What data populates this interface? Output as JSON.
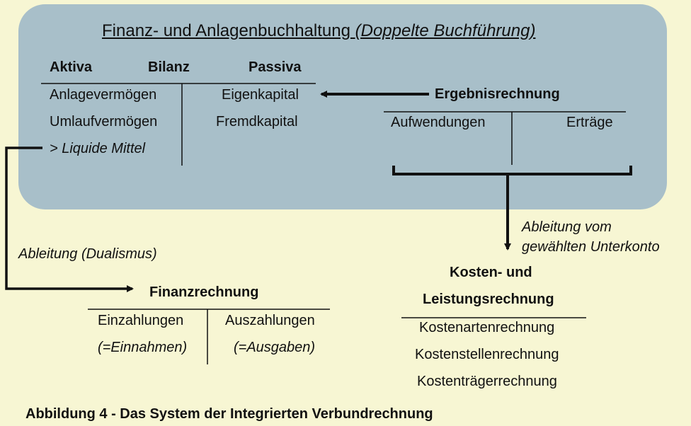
{
  "title": {
    "main": "Finanz- und Anlagenbuchhaltung",
    "sub": "(Doppelte Buchführung)"
  },
  "bilanz": {
    "left_head": "Aktiva",
    "center_head": "Bilanz",
    "right_head": "Passiva",
    "left_items": [
      "Anlagevermögen",
      "Umlaufvermögen",
      "> Liquide Mittel"
    ],
    "right_items": [
      "Eigenkapital",
      "Fremdkapital"
    ]
  },
  "ergebnis": {
    "title": "Ergebnisrechnung",
    "left": "Aufwendungen",
    "right": "Erträge"
  },
  "ableitung_unterkonto": [
    "Ableitung vom",
    "gewählten Unterkonto"
  ],
  "ableitung_dualismus": "Ableitung (Dualismus)",
  "finanz": {
    "title": "Finanzrechnung",
    "left": [
      "Einzahlungen",
      "(=Einnahmen)"
    ],
    "right": [
      "Auszahlungen",
      "(=Ausgaben)"
    ]
  },
  "kosten": {
    "title": [
      "Kosten- und",
      "Leistungsrechnung"
    ],
    "items": [
      "Kostenartenrechnung",
      "Kostenstellenrechnung",
      "Kostenträgerrechnung"
    ]
  },
  "caption": "Abbildung 4 - Das System der Integrierten Verbundrechnung",
  "colors": {
    "background": "#f7f6d3",
    "box": "#a8bfc9",
    "line": "#111111"
  }
}
